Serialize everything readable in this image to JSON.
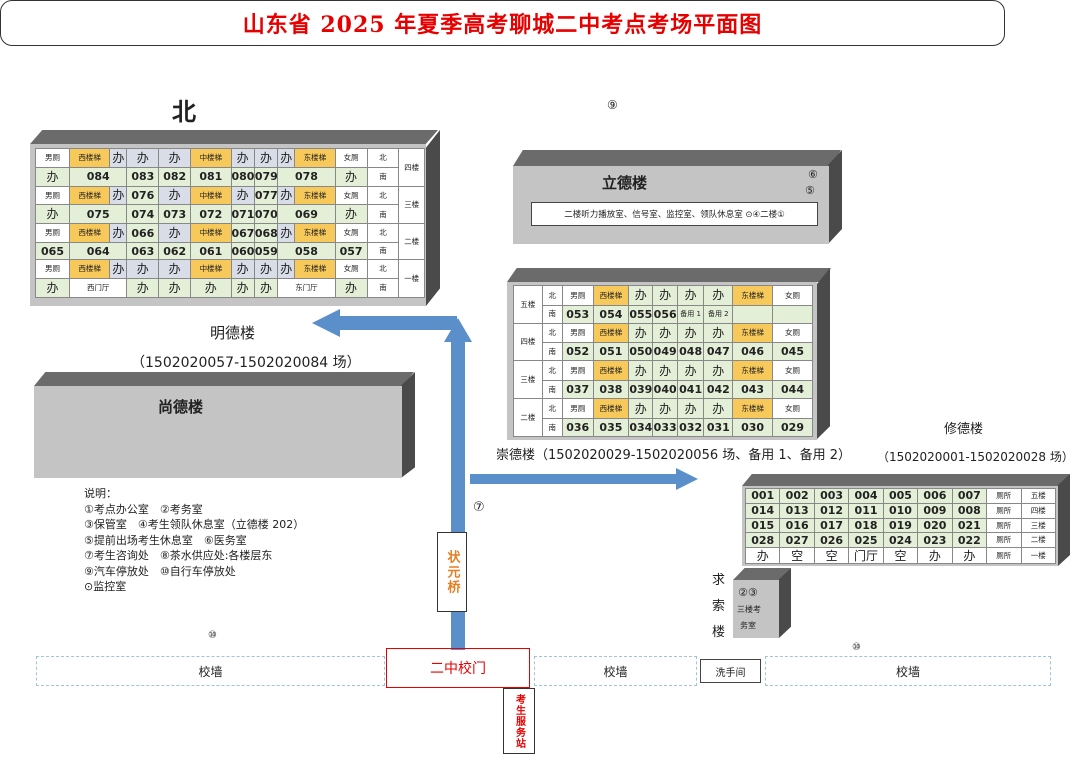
{
  "title": "山东省 2025 年夏季高考聊城二中考点考场平面图",
  "north": "北",
  "markers": {
    "m9_top": "⑨",
    "m7": "⑦",
    "m10_left": "⑩",
    "m10_right": "⑩"
  },
  "mingde": {
    "name": "明德楼",
    "range": "（1502020057-1502020084 场）",
    "rows": [
      {
        "cells": [
          "男厕",
          "西楼梯",
          "办",
          "办",
          "办",
          "中楼梯",
          "办",
          "办",
          "办",
          "东楼梯",
          "女厕",
          "北"
        ],
        "floor": "四楼"
      },
      {
        "cells": [
          "办",
          "084",
          "083",
          "082",
          "081",
          "080",
          "079",
          "078",
          "办",
          "南"
        ]
      },
      {
        "cells": [
          "男厕",
          "西楼梯",
          "办",
          "076",
          "办",
          "中楼梯",
          "办",
          "077",
          "办",
          "东楼梯",
          "女厕",
          "北"
        ],
        "floor": "三楼"
      },
      {
        "cells": [
          "办",
          "075",
          "074",
          "073",
          "072",
          "071",
          "070",
          "069",
          "办",
          "南"
        ]
      },
      {
        "cells": [
          "男厕",
          "西楼梯",
          "办",
          "066",
          "办",
          "中楼梯",
          "067",
          "068",
          "办",
          "东楼梯",
          "女厕",
          "北"
        ],
        "floor": "二楼"
      },
      {
        "cells": [
          "065",
          "064",
          "063",
          "062",
          "061",
          "060",
          "059",
          "058",
          "057",
          "南"
        ]
      },
      {
        "cells": [
          "男厕",
          "西楼梯",
          "办",
          "办",
          "办",
          "中楼梯",
          "办",
          "办",
          "办",
          "东楼梯",
          "女厕",
          "北"
        ],
        "floor": "一楼"
      },
      {
        "cells": [
          "办",
          "西门厅",
          "办",
          "办",
          "办",
          "办",
          "办",
          "东门厅",
          "办",
          "南"
        ]
      }
    ]
  },
  "lide": {
    "name": "立德楼",
    "m6": "⑥",
    "m5": "⑤",
    "note": "二楼听力播放室、信号室、监控室、领队休息室 ⊙④二楼①"
  },
  "chongde": {
    "name": "崇德楼（1502020029-1502020056 场、备用 1、备用 2）",
    "floors": [
      {
        "label": "五楼",
        "north": [
          "北",
          "男厕",
          "西楼梯",
          "办",
          "办",
          "办",
          "办",
          "东楼梯",
          "女厕"
        ],
        "south": [
          "南",
          "053",
          "054",
          "055",
          "056",
          "备用 1",
          "备用 2",
          "",
          ""
        ]
      },
      {
        "label": "四楼",
        "north": [
          "北",
          "男厕",
          "西楼梯",
          "办",
          "办",
          "办",
          "办",
          "东楼梯",
          "女厕"
        ],
        "south": [
          "南",
          "052",
          "051",
          "050",
          "049",
          "048",
          "047",
          "046",
          "045"
        ]
      },
      {
        "label": "三楼",
        "north": [
          "北",
          "男厕",
          "西楼梯",
          "办",
          "办",
          "办",
          "办",
          "东楼梯",
          "女厕"
        ],
        "south": [
          "南",
          "037",
          "038",
          "039",
          "040",
          "041",
          "042",
          "043",
          "044"
        ]
      },
      {
        "label": "二楼",
        "north": [
          "北",
          "男厕",
          "西楼梯",
          "办",
          "办",
          "办",
          "办",
          "东楼梯",
          "女厕"
        ],
        "south": [
          "南",
          "036",
          "035",
          "034",
          "033",
          "032",
          "031",
          "030",
          "029"
        ]
      }
    ]
  },
  "shangde": {
    "name": "尚德楼"
  },
  "xiude": {
    "name": "修德楼",
    "range": "（1502020001-1502020028 场）",
    "rows": [
      [
        "001",
        "002",
        "003",
        "004",
        "005",
        "006",
        "007",
        "厕所",
        "五楼"
      ],
      [
        "014",
        "013",
        "012",
        "011",
        "010",
        "009",
        "008",
        "厕所",
        "四楼"
      ],
      [
        "015",
        "016",
        "017",
        "018",
        "019",
        "020",
        "021",
        "厕所",
        "三楼"
      ],
      [
        "028",
        "027",
        "026",
        "025",
        "024",
        "023",
        "022",
        "厕所",
        "二楼"
      ],
      [
        "办",
        "空",
        "空",
        "门厅",
        "空",
        "办",
        "办",
        "厕所",
        "一楼"
      ]
    ]
  },
  "qiusuo": {
    "name": "求索楼",
    "chars": [
      "求",
      "索",
      "楼"
    ],
    "marks": "②③",
    "l1": "三楼考",
    "l2": "务室"
  },
  "zhuangyuan": "状元桥",
  "gate": "二中校门",
  "service": "考生服务站",
  "washroom": "洗手间",
  "wall": "校墙",
  "legend": [
    "说明：",
    "①考点办公室　②考务室",
    "③保管室　④考生领队休息室（立德楼 202）",
    "⑤提前出场考生休息室　⑥医务室",
    "⑦考生咨询处　⑧茶水供应处:各楼层东",
    "⑨汽车停放处　⑩自行车停放处",
    "⊙监控室"
  ],
  "colors": {
    "title": "#e60000",
    "arrow": "#5b8fc9",
    "stair": "#f7c85a",
    "room": "#e4efd8"
  }
}
